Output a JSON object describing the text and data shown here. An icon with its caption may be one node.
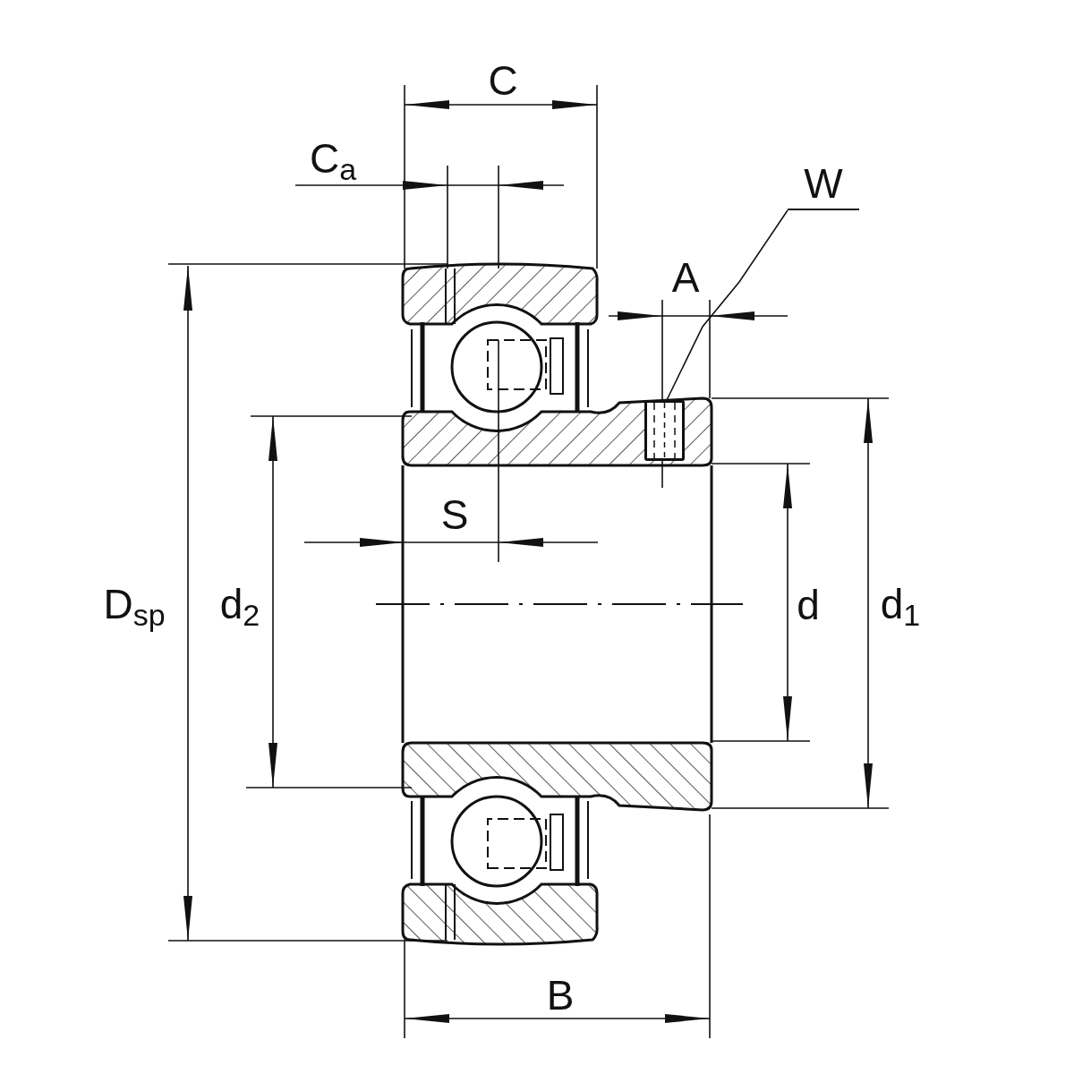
{
  "diagram": {
    "nodes": [
      {
        "text": [
          "W"
        ]
      },
      {
        "text": [],
        "shape": "box"
      }
    ],
    "edges": [
      {
        "from": 0,
        "to": 1,
        "arrow": "none"
      }
    ],
    "labels": [
      "C",
      "C$_{a}$",
      "A",
      "S",
      "D$_{sp}$",
      "d$_{2}$",
      "d",
      "d$_{1}$",
      "B"
    ]
  }
}
